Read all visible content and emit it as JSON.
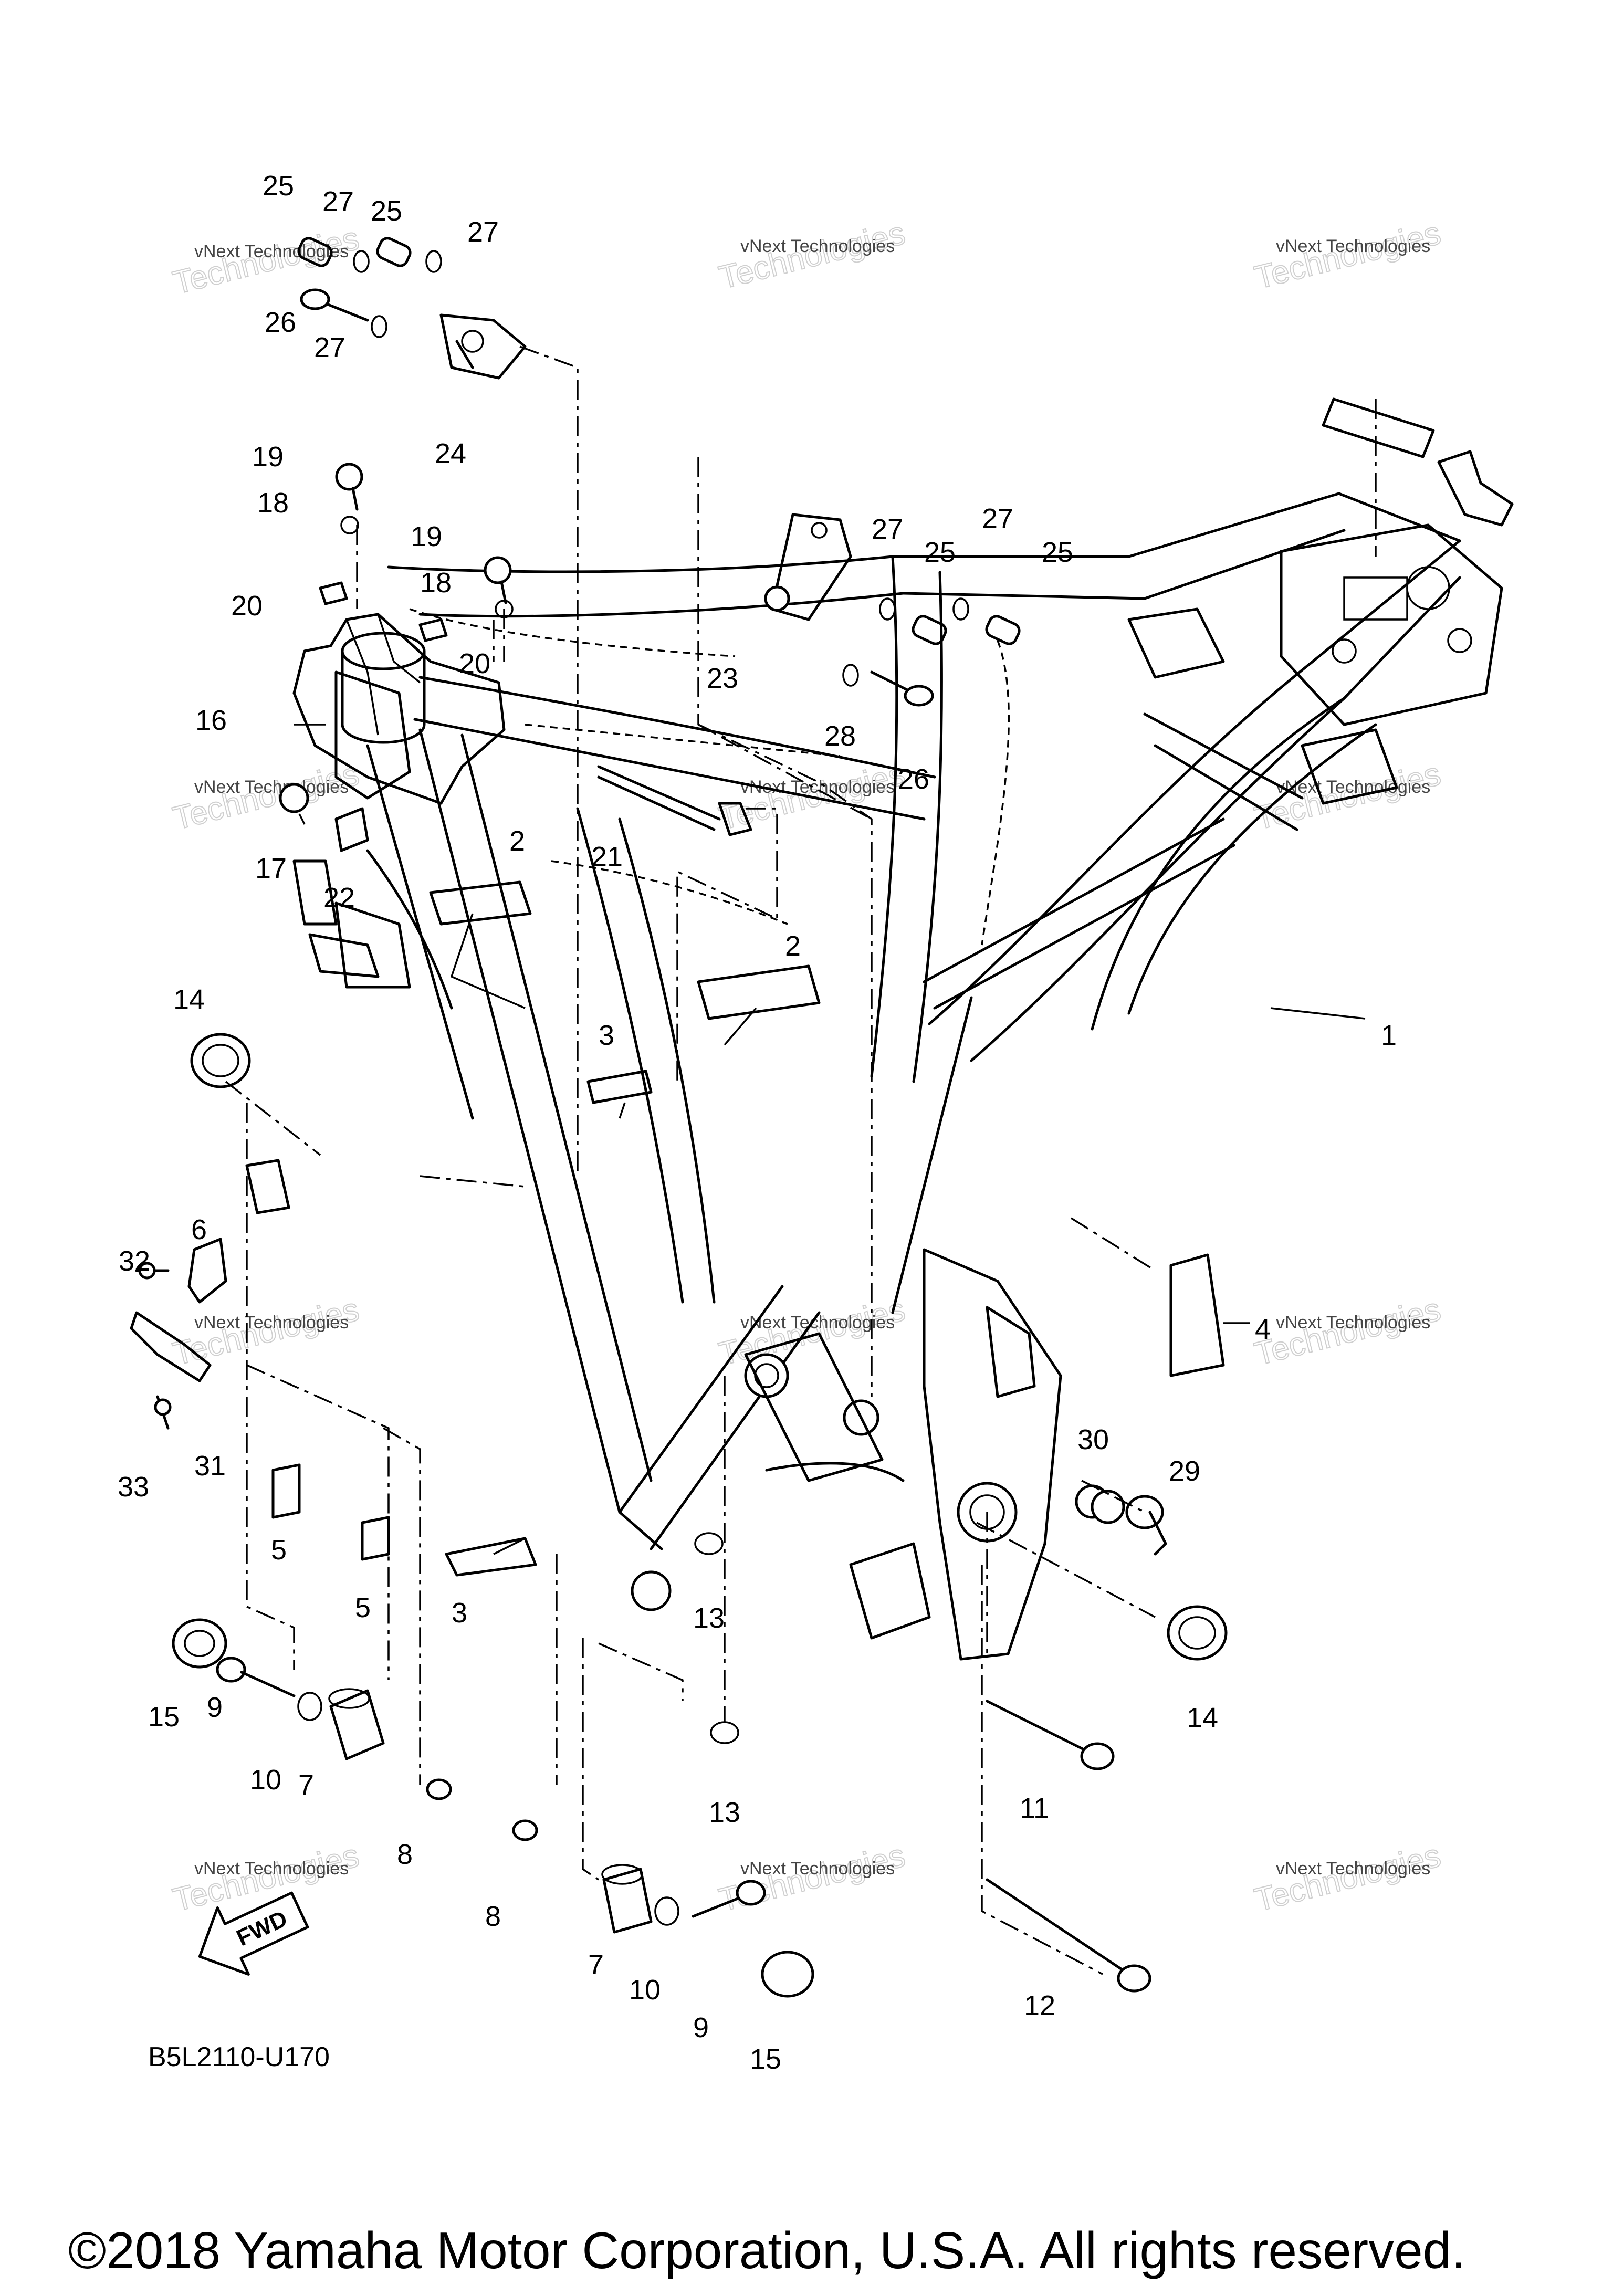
{
  "diagram": {
    "drawing_code": "B5L2110-U170",
    "copyright": "©2018 Yamaha Motor Corporation, U.S.A. All rights reserved.",
    "direction_label": "FWD",
    "watermark": {
      "line1": "vNext Technologies",
      "line2": "Technologies"
    },
    "callouts": [
      {
        "id": "c1",
        "label": "1"
      },
      {
        "id": "c2a",
        "label": "2"
      },
      {
        "id": "c2b",
        "label": "2"
      },
      {
        "id": "c3a",
        "label": "3"
      },
      {
        "id": "c3b",
        "label": "3"
      },
      {
        "id": "c4",
        "label": "4"
      },
      {
        "id": "c5a",
        "label": "5"
      },
      {
        "id": "c5b",
        "label": "5"
      },
      {
        "id": "c6",
        "label": "6"
      },
      {
        "id": "c7a",
        "label": "7"
      },
      {
        "id": "c7b",
        "label": "7"
      },
      {
        "id": "c8a",
        "label": "8"
      },
      {
        "id": "c8b",
        "label": "8"
      },
      {
        "id": "c9a",
        "label": "9"
      },
      {
        "id": "c9b",
        "label": "9"
      },
      {
        "id": "c10a",
        "label": "10"
      },
      {
        "id": "c10b",
        "label": "10"
      },
      {
        "id": "c11",
        "label": "11"
      },
      {
        "id": "c12",
        "label": "12"
      },
      {
        "id": "c13a",
        "label": "13"
      },
      {
        "id": "c13b",
        "label": "13"
      },
      {
        "id": "c14a",
        "label": "14"
      },
      {
        "id": "c14b",
        "label": "14"
      },
      {
        "id": "c15a",
        "label": "15"
      },
      {
        "id": "c15b",
        "label": "15"
      },
      {
        "id": "c16",
        "label": "16"
      },
      {
        "id": "c17",
        "label": "17"
      },
      {
        "id": "c18a",
        "label": "18"
      },
      {
        "id": "c18b",
        "label": "18"
      },
      {
        "id": "c19a",
        "label": "19"
      },
      {
        "id": "c19b",
        "label": "19"
      },
      {
        "id": "c20a",
        "label": "20"
      },
      {
        "id": "c20b",
        "label": "20"
      },
      {
        "id": "c21",
        "label": "21"
      },
      {
        "id": "c22",
        "label": "22"
      },
      {
        "id": "c23",
        "label": "23"
      },
      {
        "id": "c24",
        "label": "24"
      },
      {
        "id": "c25a",
        "label": "25"
      },
      {
        "id": "c25b",
        "label": "25"
      },
      {
        "id": "c25c",
        "label": "25"
      },
      {
        "id": "c25d",
        "label": "25"
      },
      {
        "id": "c26a",
        "label": "26"
      },
      {
        "id": "c26b",
        "label": "26"
      },
      {
        "id": "c27a",
        "label": "27"
      },
      {
        "id": "c27b",
        "label": "27"
      },
      {
        "id": "c27c",
        "label": "27"
      },
      {
        "id": "c27d",
        "label": "27"
      },
      {
        "id": "c27e",
        "label": "27"
      },
      {
        "id": "c28",
        "label": "28"
      },
      {
        "id": "c29",
        "label": "29"
      },
      {
        "id": "c30",
        "label": "30"
      },
      {
        "id": "c31",
        "label": "31"
      },
      {
        "id": "c32",
        "label": "32"
      },
      {
        "id": "c33",
        "label": "33"
      }
    ]
  }
}
